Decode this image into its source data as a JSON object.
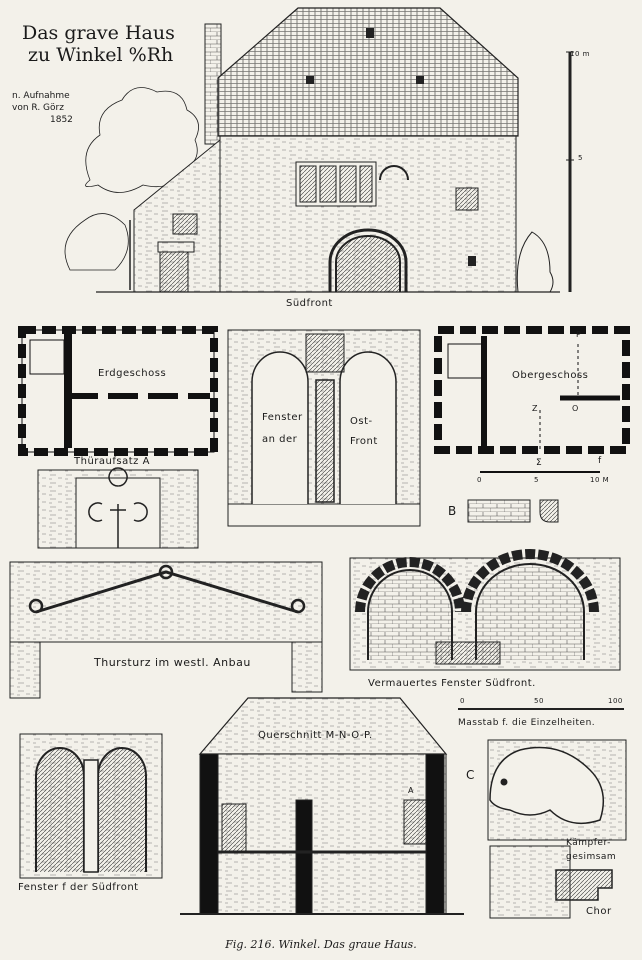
{
  "title": {
    "line1": "Das grave Haus",
    "line2": "zu Winkel %Rh"
  },
  "credit": {
    "line1": "n. Aufnahme",
    "line2": "von R. Görz",
    "line3": "1852"
  },
  "scale_bar": {
    "top": "10 m",
    "mid": "5"
  },
  "labels": {
    "south_front": "Südfront",
    "ground_floor": "Erdgeschoss",
    "upper_floor": "Obergeschoss",
    "window_east_1": "Fenster",
    "window_east_2": "an der",
    "window_east_3": "Ost-",
    "window_east_4": "Front",
    "door_top": "Thüraufsatz A",
    "plan_p": "P",
    "plan_o": "O",
    "plan_z": "Z",
    "plan_f": "f",
    "plan_sigma": "Σ",
    "plan_scale_0": "0",
    "plan_scale_5": "5",
    "plan_scale_10": "10 M",
    "detail_b": "B",
    "lintel": "Thursturz im westl. Anbau",
    "walled_window": "Vermauertes Fenster Südfront.",
    "detail_scale_0": "0",
    "detail_scale_50": "50",
    "detail_scale_100": "100",
    "detail_scale_title": "Masstab f. die Einzelheiten.",
    "section": "Querschnitt M-N-O-P.",
    "section_a": "A",
    "window_f": "Fenster f der Südfront",
    "detail_c": "C",
    "impost_1": "Kämpfer-",
    "impost_2": "gesimsam",
    "choir": "Chor"
  },
  "caption": "Fig. 216. Winkel. Das graue Haus."
}
